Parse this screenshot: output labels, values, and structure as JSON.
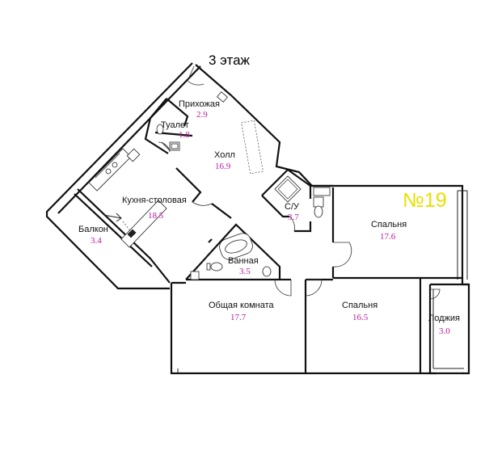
{
  "floor_title": "3 этаж",
  "apartment_number": "№19",
  "accent_colors": {
    "area_text": "#b8189b",
    "apartment_number": "#e8e000",
    "walls": "#111111"
  },
  "rooms": [
    {
      "key": "hallway",
      "name": "Прихожая",
      "area": "2.9"
    },
    {
      "key": "toilet",
      "name": "Туалет",
      "area": "1.8"
    },
    {
      "key": "hall",
      "name": "Холл",
      "area": "16.9"
    },
    {
      "key": "kitchen",
      "name": "Кухня-столовая",
      "area": "18.5"
    },
    {
      "key": "balcony",
      "name": "Балкон",
      "area": "3.4"
    },
    {
      "key": "wc",
      "name": "С/У",
      "area": "3.7"
    },
    {
      "key": "bathroom",
      "name": "Ванная",
      "area": "3.5"
    },
    {
      "key": "bedroom1",
      "name": "Спальня",
      "area": "17.6"
    },
    {
      "key": "living",
      "name": "Общая комната",
      "area": "17.7"
    },
    {
      "key": "bedroom2",
      "name": "Спальня",
      "area": "16.5"
    },
    {
      "key": "loggia",
      "name": "Лоджия",
      "area": "3.0"
    }
  ]
}
